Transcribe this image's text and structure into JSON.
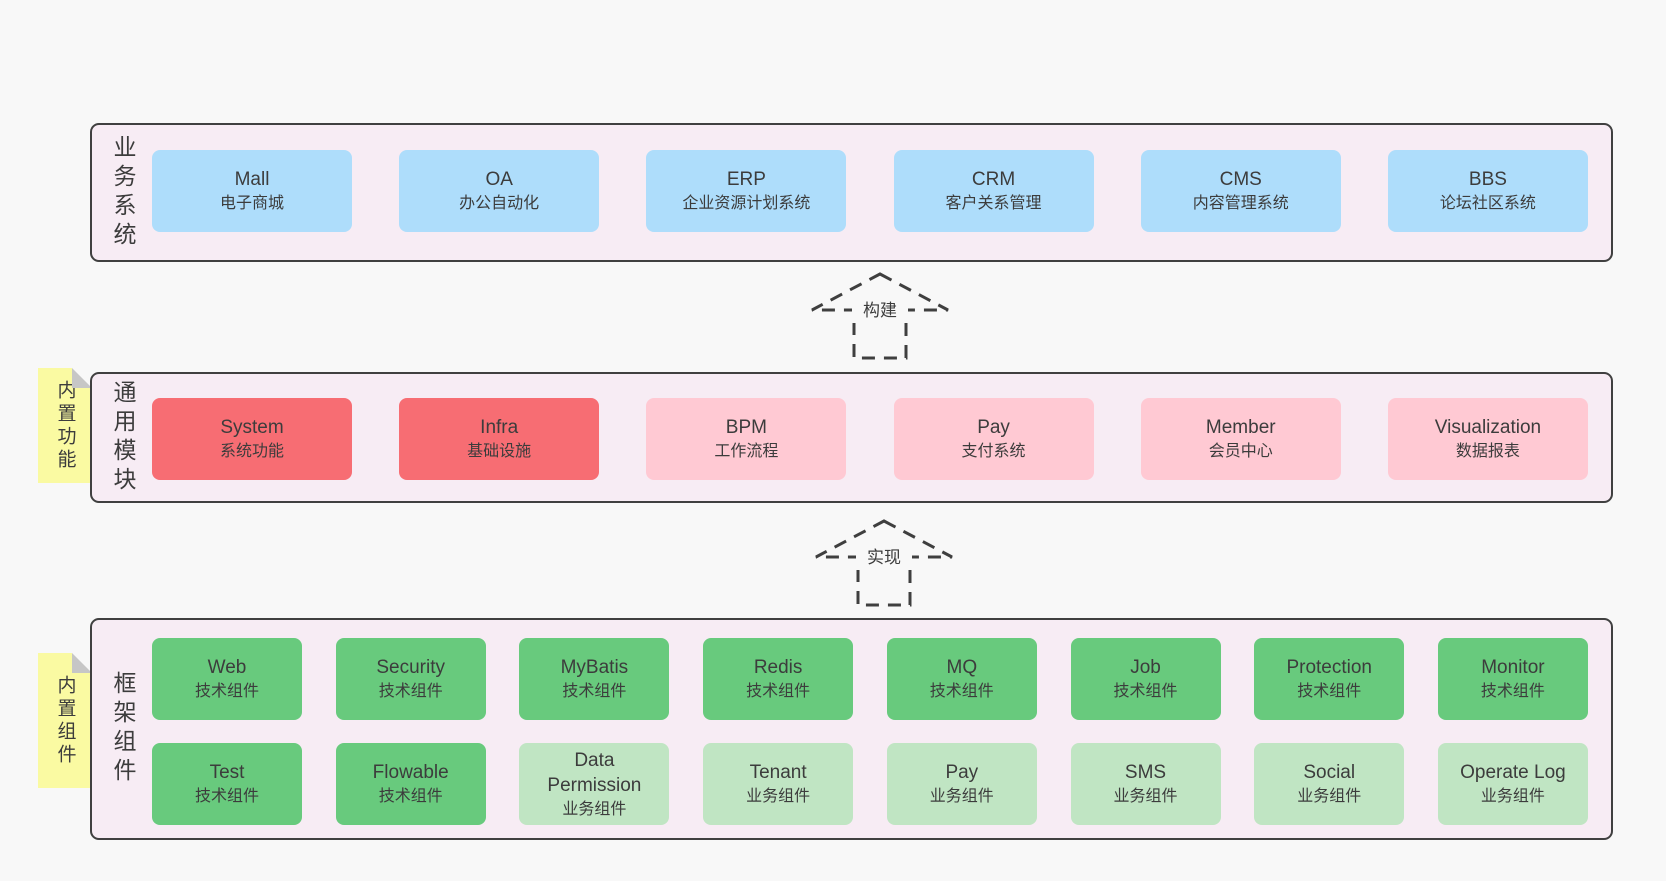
{
  "canvas": {
    "background": "#f8f8f8"
  },
  "colors": {
    "panel_bg": "#f7ecf4",
    "panel_border": "#404040",
    "blue_box": "#aeddfb",
    "red_box": "#f76d73",
    "pink_box": "#ffc9d3",
    "green_box": "#68ca7d",
    "light_green_box": "#c0e5c3",
    "sticky_note": "#fafaa2",
    "note_fold": "#c6c6c6",
    "text": "#3c3c3c"
  },
  "panels": [
    {
      "name": "业务系统",
      "boxes": [
        {
          "title": "Mall",
          "subtitle": "电子商城"
        },
        {
          "title": "OA",
          "subtitle": "办公自动化"
        },
        {
          "title": "ERP",
          "subtitle": "企业资源计划系统"
        },
        {
          "title": "CRM",
          "subtitle": "客户关系管理"
        },
        {
          "title": "CMS",
          "subtitle": "内容管理系统"
        },
        {
          "title": "BBS",
          "subtitle": "论坛社区系统"
        }
      ]
    },
    {
      "name": "通用模块",
      "note": "内置功能",
      "boxes": [
        {
          "title": "System",
          "subtitle": "系统功能"
        },
        {
          "title": "Infra",
          "subtitle": "基础设施"
        },
        {
          "title": "BPM",
          "subtitle": "工作流程"
        },
        {
          "title": "Pay",
          "subtitle": "支付系统"
        },
        {
          "title": "Member",
          "subtitle": "会员中心"
        },
        {
          "title": "Visualization",
          "subtitle": "数据报表"
        }
      ]
    },
    {
      "name": "框架组件",
      "note": "内置组件",
      "row1": [
        {
          "title": "Web",
          "subtitle": "技术组件"
        },
        {
          "title": "Security",
          "subtitle": "技术组件"
        },
        {
          "title": "MyBatis",
          "subtitle": "技术组件"
        },
        {
          "title": "Redis",
          "subtitle": "技术组件"
        },
        {
          "title": "MQ",
          "subtitle": "技术组件"
        },
        {
          "title": "Job",
          "subtitle": "技术组件"
        },
        {
          "title": "Protection",
          "subtitle": "技术组件"
        },
        {
          "title": "Monitor",
          "subtitle": "技术组件"
        }
      ],
      "row2": [
        {
          "title": "Test",
          "subtitle": "技术组件"
        },
        {
          "title": "Flowable",
          "subtitle": "技术组件"
        },
        {
          "title": "Data Permission",
          "subtitle": "业务组件"
        },
        {
          "title": "Tenant",
          "subtitle": "业务组件"
        },
        {
          "title": "Pay",
          "subtitle": "业务组件"
        },
        {
          "title": "SMS",
          "subtitle": "业务组件"
        },
        {
          "title": "Social",
          "subtitle": "业务组件"
        },
        {
          "title": "Operate Log",
          "subtitle": "业务组件"
        }
      ]
    }
  ],
  "arrows": [
    {
      "label": "构建"
    },
    {
      "label": "实现"
    }
  ]
}
